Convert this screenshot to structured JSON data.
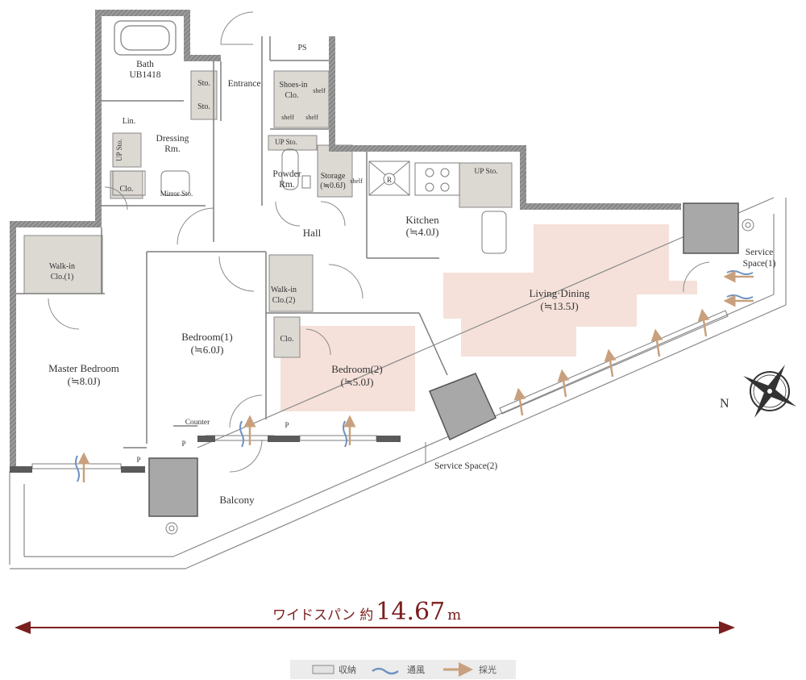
{
  "rooms": {
    "bath": "Bath",
    "bath_model": "UB1418",
    "ps": "PS",
    "entrance": "Entrance",
    "sto1": "Sto.",
    "sto2": "Sto.",
    "shoes_in_1": "Shoes-in",
    "shoes_in_2": "Clo.",
    "shelf_a": "shelf",
    "shelf_b": "shelf",
    "shelf_c": "shelf",
    "shelf_d": "shelf",
    "lin": "Lin.",
    "dressing_1": "Dressing",
    "dressing_2": "Rm.",
    "up_sto_dressing": "UP Sto.",
    "clo_dressing": "Clo.",
    "mirror_sto": "Mirror Sto.",
    "up_sto_powder": "UP Sto.",
    "powder_1": "Powder",
    "powder_2": "Rm.",
    "storage_1": "Storage",
    "storage_2": "(≒0.6J)",
    "up_sto_kitchen": "UP Sto.",
    "kitchen_1": "Kitchen",
    "kitchen_2": "(≒4.0J)",
    "hall": "Hall",
    "walkin1_1": "Walk-in",
    "walkin1_2": "Clo.(1)",
    "walkin2_1": "Walk-in",
    "walkin2_2": "Clo.(2)",
    "living_1": "Living·Dining",
    "living_2": "(≒13.5J)",
    "service1_1": "Service",
    "service1_2": "Space(1)",
    "master_1": "Master Bedroom",
    "master_2": "(≒8.0J)",
    "bed1_1": "Bedroom(1)",
    "bed1_2": "(≒6.0J)",
    "clo_bed2": "Clo.",
    "bed2_1": "Bedroom(2)",
    "bed2_2": "(≒5.0J)",
    "counter": "Counter",
    "p1": "P",
    "p2": "P",
    "p3": "P",
    "service2": "Service Space(2)",
    "balcony": "Balcony",
    "refrigerator": "R"
  },
  "compass": {
    "north": "N"
  },
  "span": {
    "label": "ワイドスパン 約",
    "value": "14.67",
    "unit": "m"
  },
  "legend": {
    "storage": "収納",
    "ventilation": "通風",
    "daylight": "採光"
  },
  "colors": {
    "storage_fill": "#dcd8d2",
    "floor_tint": "#f5e1da",
    "wall": "#7d7d7d",
    "span_arrow": "#7a1f1f",
    "wind": "#6f93c2",
    "light": "#c9a07d",
    "pillar": "#a8a8a8"
  }
}
